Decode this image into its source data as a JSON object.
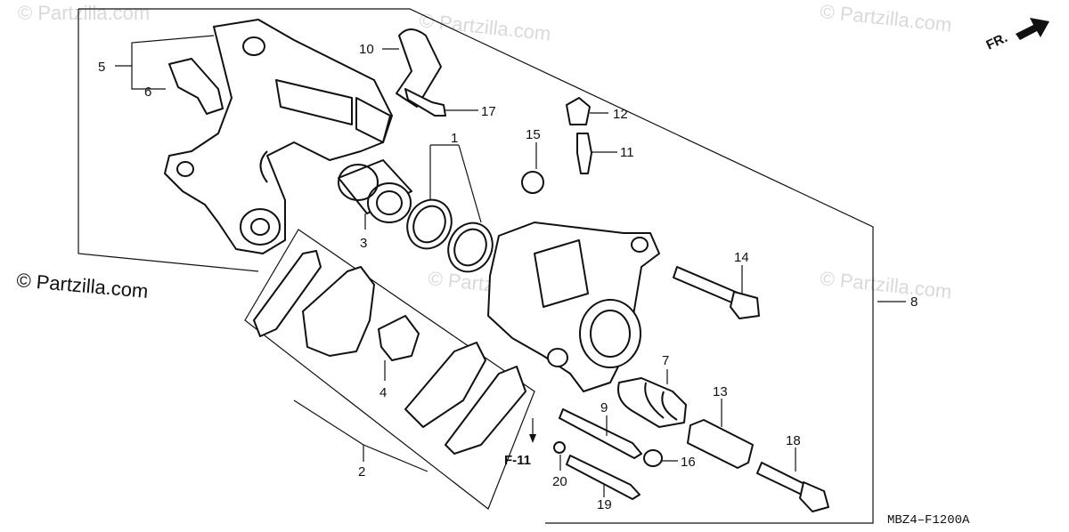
{
  "watermarks": {
    "top_left": "© Partzilla.com",
    "top_center": "© Partzilla.com",
    "top_right": "© Partzilla.com",
    "main": "© Partzilla.com",
    "center": "© Partzilla.com",
    "right": "© Partzilla.com"
  },
  "direction_label": "FR.",
  "reference_label": "F-11",
  "diagram_code": "MBZ4–F1200A",
  "callouts": {
    "c1": "1",
    "c2": "2",
    "c3": "3",
    "c4": "4",
    "c5": "5",
    "c6": "6",
    "c7": "7",
    "c8": "8",
    "c9": "9",
    "c10": "10",
    "c11": "11",
    "c12": "12",
    "c13": "13",
    "c14": "14",
    "c15": "15",
    "c16": "16",
    "c17": "17",
    "c18": "18",
    "c19": "19",
    "c20": "20"
  }
}
